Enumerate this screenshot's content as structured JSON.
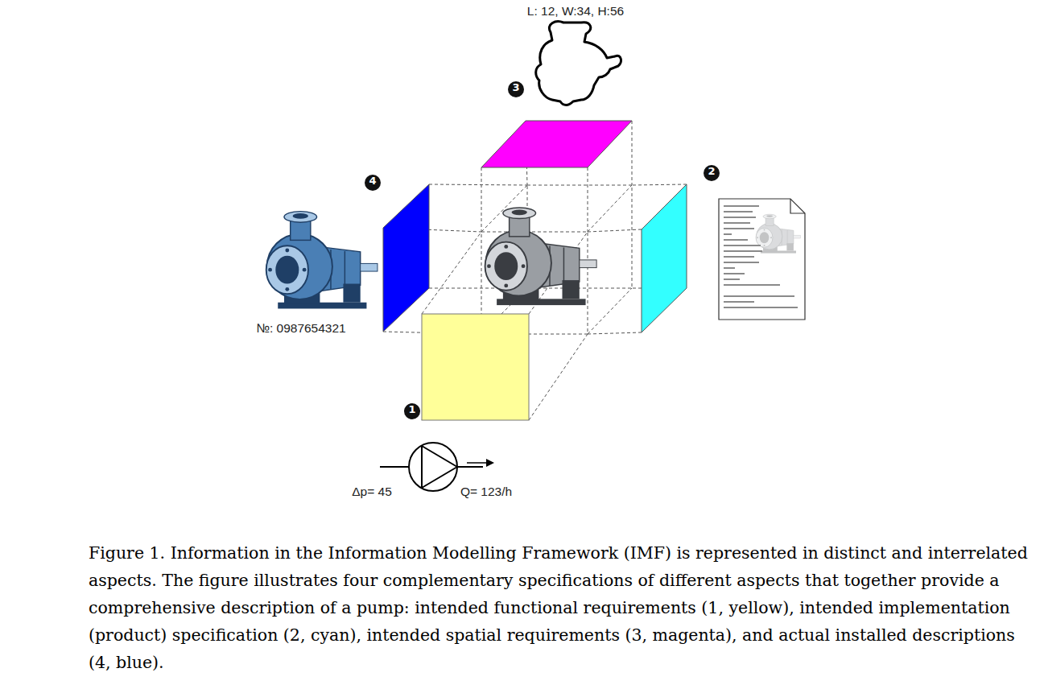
{
  "diagram": {
    "caption": "Figure 1. Information in the Information Modelling Framework (IMF) is represented in distinct and interrelated aspects. The figure illustrates four complementary specifications of different aspects that together provide a comprehensive description of a pump: intended functional requirements (1, yellow), intended implementation (product) specification (2, cyan), intended spatial requirements (3, magenta), and actual installed descriptions (4, blue).",
    "nodes": [
      {
        "text": [
          "3"
        ]
      },
      {
        "text": [
          "4"
        ]
      },
      {
        "text": [
          "2"
        ]
      },
      {
        "text": [
          "1"
        ]
      }
    ],
    "labels": [
      "L: 12, W:34, H:56",
      "№: 0987654321",
      "Δp= 45",
      "Q= 123/h"
    ]
  }
}
